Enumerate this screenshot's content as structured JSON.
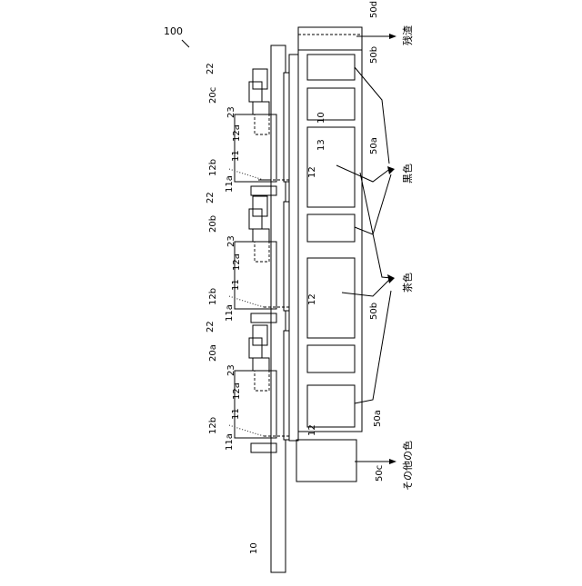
{
  "figure": {
    "ref_main": "100",
    "labels": {
      "conveyor": "10",
      "sorter": "11",
      "sorter_a": "11a",
      "belt": "12",
      "belt_a": "12a",
      "belt_b": "12b",
      "chute": "13",
      "unit_a": "20a",
      "unit_b": "20b",
      "unit_c": "20c",
      "part22": "22",
      "part23": "23",
      "bin_a": "50a",
      "bin_b": "50b",
      "bin_c": "50c",
      "bin_d": "50d"
    },
    "outputs": {
      "waste": "残渣",
      "black": "黒色",
      "brown": "茶色",
      "other": "その他の色"
    }
  }
}
